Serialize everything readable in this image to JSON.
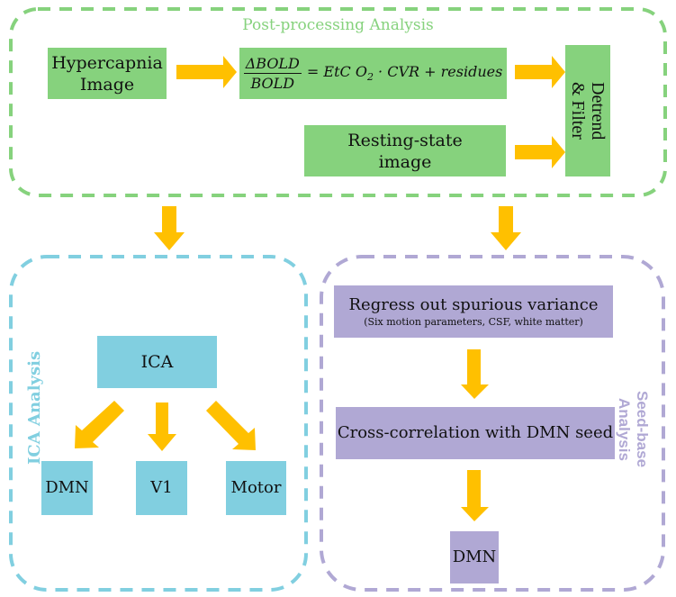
{
  "colors": {
    "post_processing": "#86d27d",
    "ica": "#81cfe0",
    "seed": "#b0a8d4",
    "arrow": "#ffc000"
  },
  "post_processing": {
    "title": "Post-processing Analysis",
    "hypercapnia_line1": "Hypercapnia",
    "hypercapnia_line2": "Image",
    "equation": {
      "numerator": "ΔBOLD",
      "denominator": "BOLD",
      "rhs_pre": "= EtC O",
      "rhs_sub": "2",
      "rhs_post": "· CVR + residues"
    },
    "resting_line1": "Resting-state",
    "resting_line2": "image",
    "detrend_line1": "Detrend",
    "detrend_line2": "& Filter"
  },
  "ica": {
    "title": "ICA Analysis",
    "root": "ICA",
    "outputs": [
      "DMN",
      "V1",
      "Motor"
    ]
  },
  "seed": {
    "title_line1": "Seed-base",
    "title_line2": "Analysis",
    "step1": "Regress out spurious variance",
    "step1_note": "(Six motion parameters, CSF, white matter)",
    "step2": "Cross-correlation with DMN seed",
    "output": "DMN"
  }
}
